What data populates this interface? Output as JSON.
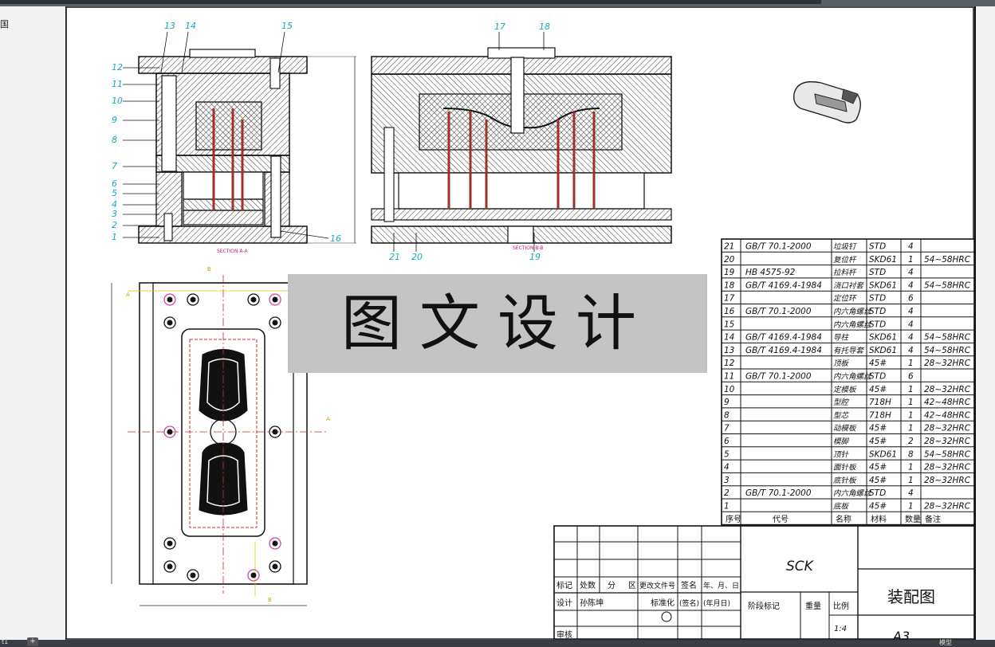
{
  "side_char": "国",
  "status": {
    "left": "t1",
    "plus": "+",
    "right": "模型"
  },
  "watermark": "图文设计",
  "section_a_label": "SECTION A-A",
  "section_b_label": "SECTION B-B",
  "callouts_a": [
    "1",
    "2",
    "3",
    "4",
    "5",
    "6",
    "7",
    "8",
    "9",
    "10",
    "11",
    "12",
    "13",
    "14",
    "15",
    "16"
  ],
  "callouts_b": [
    "17",
    "18",
    "19",
    "20",
    "21"
  ],
  "plan_labels": {
    "a": "A",
    "b": "B"
  },
  "bom_rows": [
    [
      "21",
      "GB/T 70.1-2000",
      "垃圾钉",
      "STD",
      "4",
      ""
    ],
    [
      "20",
      "",
      "复位杆",
      "SKD61",
      "1",
      "54~58HRC"
    ],
    [
      "19",
      "HB 4575-92",
      "拉料杆",
      "STD",
      "4",
      ""
    ],
    [
      "18",
      "GB/T 4169.4-1984",
      "浇口衬套",
      "SKD61",
      "4",
      "54~58HRC"
    ],
    [
      "17",
      "",
      "定位环",
      "STD",
      "6",
      ""
    ],
    [
      "16",
      "GB/T 70.1-2000",
      "内六角螺丝",
      "STD",
      "4",
      ""
    ],
    [
      "15",
      "",
      "内六角螺丝",
      "STD",
      "4",
      ""
    ],
    [
      "14",
      "GB/T 4169.4-1984",
      "导柱",
      "SKD61",
      "4",
      "54~58HRC"
    ],
    [
      "13",
      "GB/T 4169.4-1984",
      "有托导套",
      "SKD61",
      "4",
      "54~58HRC"
    ],
    [
      "12",
      "",
      "顶板",
      "45#",
      "1",
      "28~32HRC"
    ],
    [
      "11",
      "GB/T 70.1-2000",
      "内六角螺丝",
      "STD",
      "6",
      ""
    ],
    [
      "10",
      "",
      "定模板",
      "45#",
      "1",
      "28~32HRC"
    ],
    [
      "9",
      "",
      "型腔",
      "718H",
      "1",
      "42~48HRC"
    ],
    [
      "8",
      "",
      "型芯",
      "718H",
      "1",
      "42~48HRC"
    ],
    [
      "7",
      "",
      "动模板",
      "45#",
      "1",
      "28~32HRC"
    ],
    [
      "6",
      "",
      "模脚",
      "45#",
      "2",
      "28~32HRC"
    ],
    [
      "5",
      "",
      "顶针",
      "SKD61",
      "8",
      "54~58HRC"
    ],
    [
      "4",
      "",
      "面针板",
      "45#",
      "1",
      "28~32HRC"
    ],
    [
      "3",
      "",
      "底针板",
      "45#",
      "1",
      "28~32HRC"
    ],
    [
      "2",
      "GB/T 70.1-2000",
      "内六角螺丝",
      "STD",
      "4",
      ""
    ],
    [
      "1",
      "",
      "底板",
      "45#",
      "1",
      "28~32HRC"
    ]
  ],
  "bom_header": [
    "序号",
    "代号",
    "名称",
    "材料",
    "数量",
    "备注"
  ],
  "title_block": {
    "company": "SCK",
    "drawing_title": "装配图",
    "scale_label": "比例",
    "scale_value": "1:4",
    "weight_label": "重量",
    "stage_label": "阶段标记",
    "sheet_no": "A3",
    "row_marks": [
      "标记",
      "处数",
      "分",
      "区",
      "更改文件号",
      "签名",
      "年、月、日"
    ],
    "row_design": [
      "设计",
      "孙陈坤",
      "标准化",
      "(签名)",
      "(年月日)"
    ],
    "row_check": "审核"
  }
}
